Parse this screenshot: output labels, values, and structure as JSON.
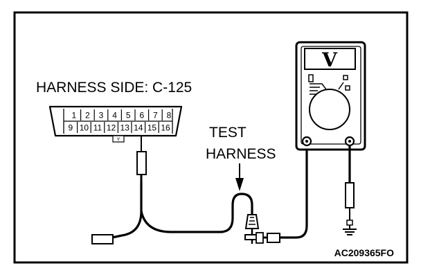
{
  "title": "HARNESS SIDE: C-125",
  "connector": {
    "top_pins": [
      "1",
      "2",
      "3",
      "4",
      "5",
      "6",
      "7",
      "8"
    ],
    "bottom_pins": [
      "9",
      "10",
      "11",
      "12",
      "13",
      "14",
      "15",
      "16"
    ],
    "key_marker": "Y"
  },
  "test_harness_label": [
    "TEST",
    "HARNESS"
  ],
  "meter": {
    "symbol": "V"
  },
  "figure_code": "AC209365FO"
}
